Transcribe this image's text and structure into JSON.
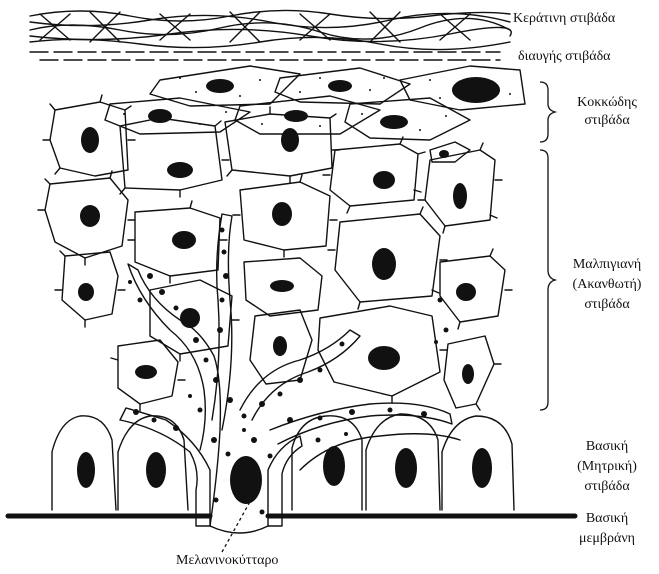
{
  "labels": {
    "keratin": "Κεράτινη στιβάδα",
    "lucid": "διαυγής στιβάδα",
    "granular_1": "Κοκκώδης",
    "granular_2": "στιβάδα",
    "spinous_1": "Μαλπιγιανή",
    "spinous_2": "(Ακανθωτή)",
    "spinous_3": "στιβάδα",
    "basal_1": "Βασική",
    "basal_2": "(Μητρική)",
    "basal_3": "στιβάδα",
    "membrane_1": "Βασική",
    "membrane_2": "μεμβράνη",
    "melanocyte": "Μελανινοκύτταρο"
  },
  "colors": {
    "ink": "#111111",
    "paper": "#ffffff"
  }
}
